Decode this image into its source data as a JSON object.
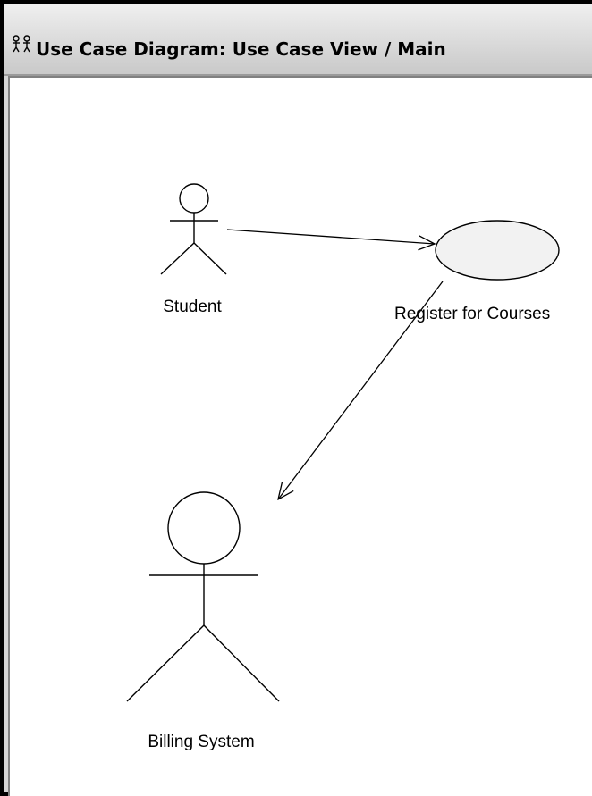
{
  "window": {
    "title": "Use Case Diagram: Use Case View / Main",
    "icon": "use-case-diagram-icon"
  },
  "diagram": {
    "actors": [
      {
        "id": "student",
        "label": "Student"
      },
      {
        "id": "billing-system",
        "label": "Billing System"
      }
    ],
    "use_cases": [
      {
        "id": "register-for-courses",
        "label": "Register for Courses"
      }
    ],
    "associations": [
      {
        "from": "student",
        "to": "register-for-courses"
      },
      {
        "from": "register-for-courses",
        "to": "billing-system"
      }
    ]
  }
}
